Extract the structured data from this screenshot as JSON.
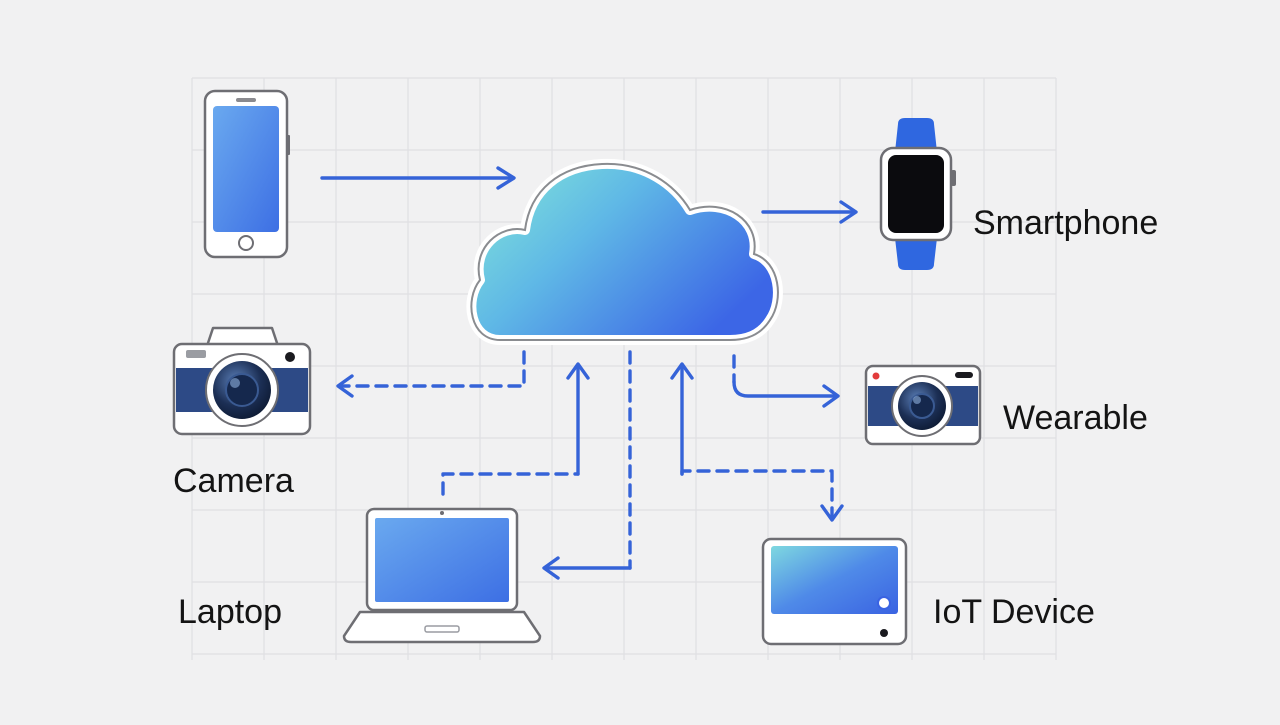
{
  "labels": {
    "smartphone": "Smartphone",
    "wearable": "Wearable",
    "camera": "Camera",
    "laptop": "Laptop",
    "iot_device": "IoT Device"
  },
  "icons": {
    "cloud": "cloud-icon",
    "smartphone": "smartphone-icon",
    "smartwatch": "smartwatch-icon",
    "camera_large": "camera-icon",
    "camera_small": "camera-icon",
    "laptop": "laptop-icon",
    "iot_device": "tablet-icon"
  },
  "colors": {
    "background": "#f1f1f2",
    "grid": "#dfe0e3",
    "arrow_blue": "#3563d8",
    "cloud_teal": "#7fe3d6",
    "cloud_blue": "#3f6fe6",
    "device_outline": "#6e6e73",
    "camera_band": "#2d4a86",
    "watch_strap": "#2f67e0"
  }
}
